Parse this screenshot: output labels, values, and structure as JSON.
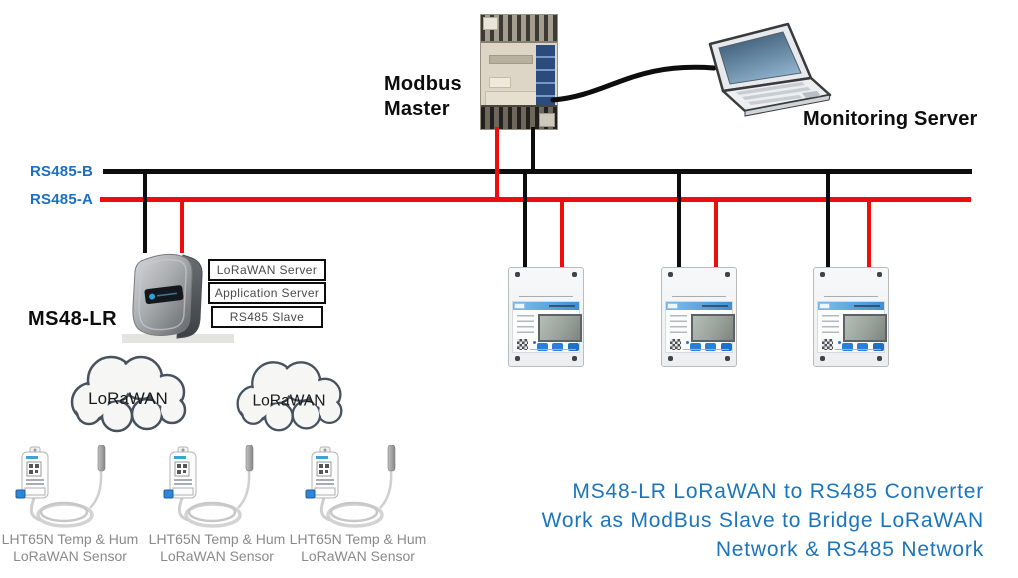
{
  "bus": {
    "rs485_b_label": "RS485-B",
    "rs485_a_label": "RS485-A",
    "label_color": "#1a6fc0",
    "line_b_color": "#0d0d0d",
    "line_a_color": "#ee0d0d"
  },
  "plc": {
    "label_line1": "Modbus",
    "label_line2": "Master"
  },
  "monitoring_server": {
    "label": "Monitoring Server"
  },
  "converter": {
    "name": "MS48-LR",
    "roles": [
      "LoRaWAN Server",
      "Application Server",
      "RS485 Slave"
    ]
  },
  "clouds": [
    {
      "label": "LoRaWAN"
    },
    {
      "label": "LoRaWAN"
    }
  ],
  "sensors": [
    {
      "label_line1": "LHT65N Temp & Hum",
      "label_line2": "LoRaWAN Sensor"
    },
    {
      "label_line1": "LHT65N Temp & Hum",
      "label_line2": "LoRaWAN Sensor"
    },
    {
      "label_line1": "LHT65N Temp & Hum",
      "label_line2": "LoRaWAN Sensor"
    }
  ],
  "caption": {
    "lines": [
      "MS48-LR LoRaWAN to RS485 Converter",
      "Work as ModBus Slave to Bridge LoRaWAN",
      "Network & RS485 Network"
    ],
    "color": "#1b75bc"
  }
}
